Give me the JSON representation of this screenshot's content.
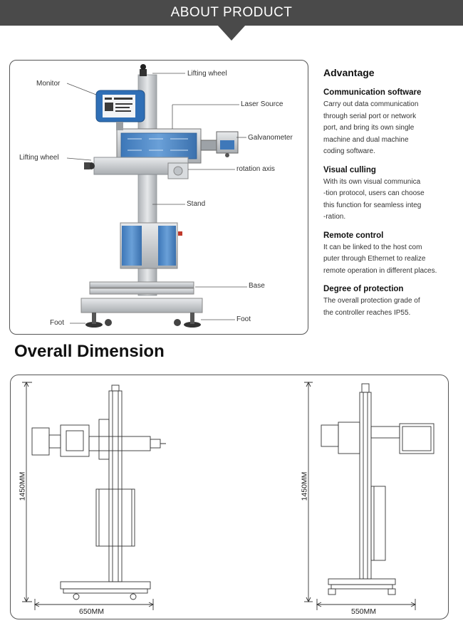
{
  "banner": {
    "title": "ABOUT PRODUCT"
  },
  "machine": {
    "callouts": {
      "monitor": "Monitor",
      "lifting_wheel_top": "Lifting wheel",
      "laser_source": "Laser  Source",
      "galvanometer": "Galvanometer",
      "lifting_wheel_left": "Lifting wheel",
      "rotation_axis": "rotation axis",
      "stand": "Stand",
      "base": "Base",
      "foot_left": "Foot",
      "foot_right": "Foot"
    }
  },
  "advantage": {
    "title": "Advantage",
    "items": [
      {
        "heading": "Communication software",
        "text": "Carry out data communication\nthrough serial port or network\nport, and bring its own single\nmachine and dual machine\ncoding software."
      },
      {
        "heading": "Visual culling",
        "text": "With its own visual communica\n-tion protocol, users can choose\nthis function for seamless integ\n-ration."
      },
      {
        "heading": "Remote control",
        "text": "It can be linked to the host com\nputer through Ethernet to realize\nremote operation in different places."
      },
      {
        "heading": "Degree of protection",
        "text": "The overall protection grade of\nthe controller reaches IP55."
      }
    ]
  },
  "dimension": {
    "title": "Overall Dimension",
    "left_height": "1450MM",
    "left_width": "650MM",
    "right_height": "1450MM",
    "right_width": "550MM"
  },
  "colors": {
    "banner": "#4a4a4a",
    "cabinet_blue": "#4a86c5",
    "frame_gray": "#c8cbcf"
  }
}
